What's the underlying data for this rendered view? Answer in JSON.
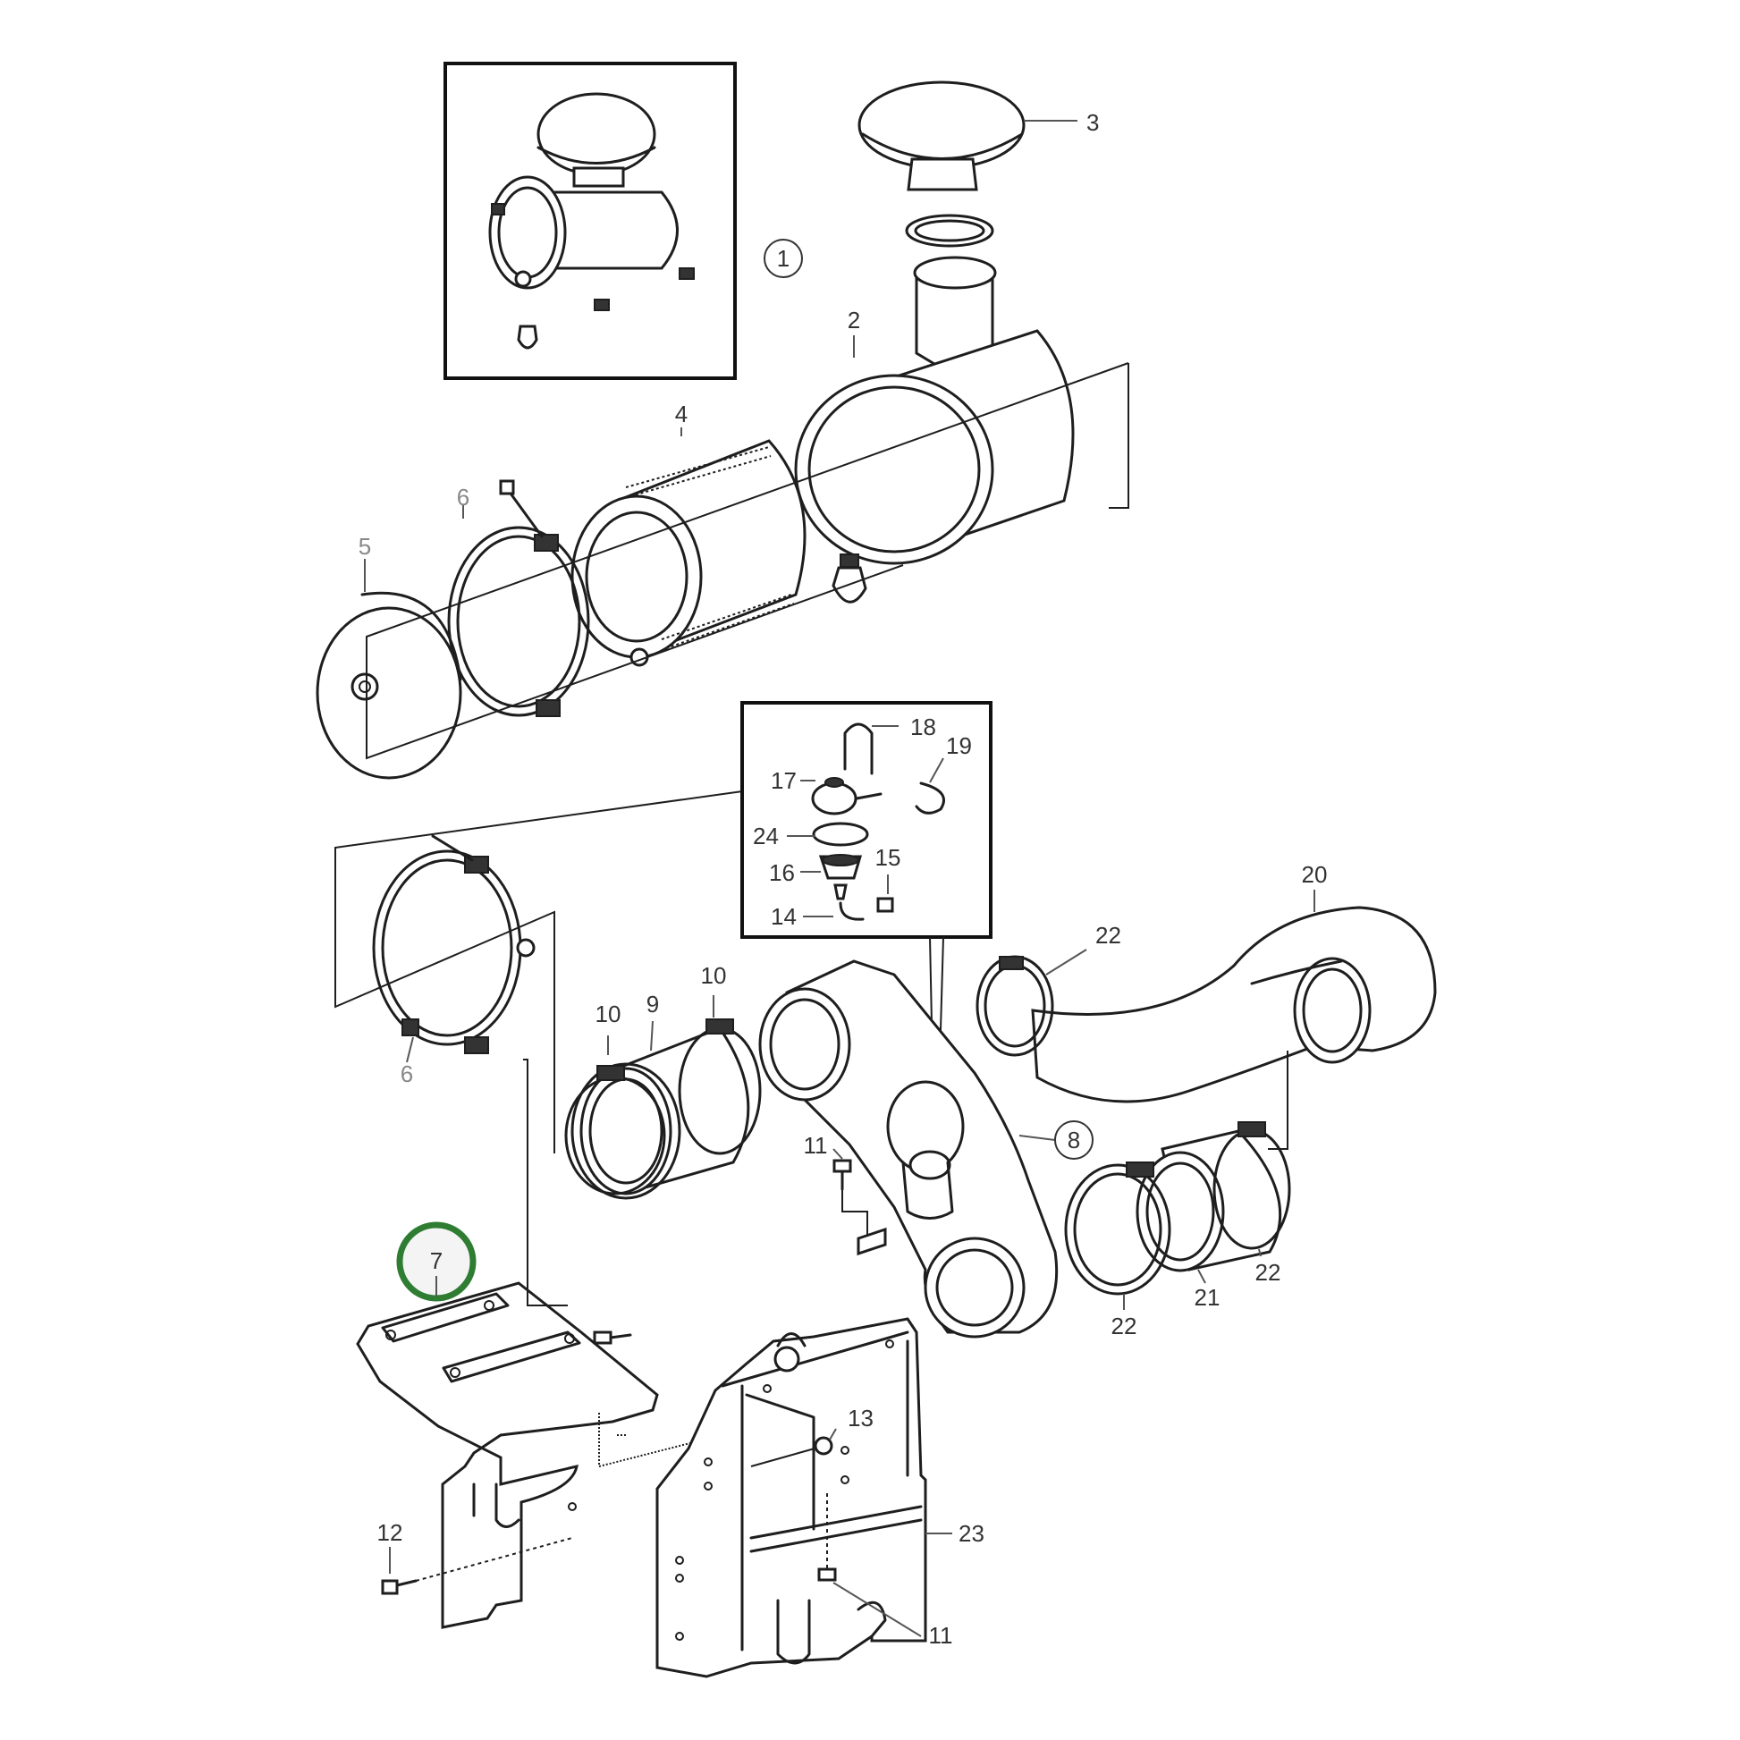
{
  "diagram": {
    "callouts": {
      "c1": "1",
      "c2": "2",
      "c3": "3",
      "c4": "4",
      "c5": "5",
      "c6a": "6",
      "c6b": "6",
      "c7": "7",
      "c8": "8",
      "c9": "9",
      "c10a": "10",
      "c10b": "10",
      "c11a": "11",
      "c11b": "11",
      "c12": "12",
      "c13": "13",
      "c14": "14",
      "c15": "15",
      "c16": "16",
      "c17": "17",
      "c18": "18",
      "c19": "19",
      "c20": "20",
      "c21": "21",
      "c22a": "22",
      "c22b": "22",
      "c22c": "22",
      "c23": "23",
      "c24": "24"
    },
    "highlighted_part": "7",
    "colors": {
      "highlight_ring": "#2e7d32",
      "line": "#1e1e1e",
      "label": "#333333"
    }
  }
}
